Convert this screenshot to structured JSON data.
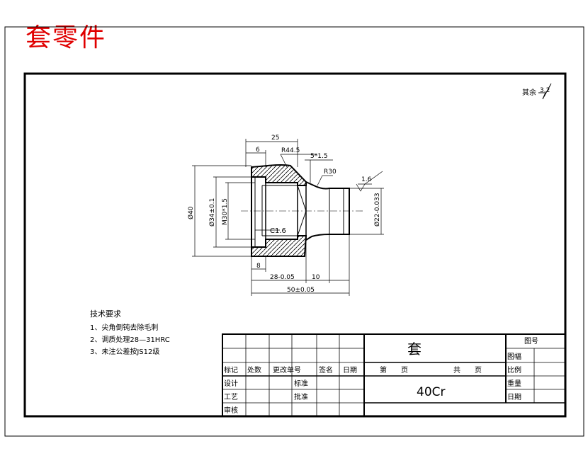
{
  "page_title": "套零件",
  "roughness_note": {
    "label": "其余",
    "value": "3.2"
  },
  "dims": {
    "overall_len_top": "25",
    "bore_depth": "6",
    "outer_radius": "R44.5",
    "chamfer_top": "5*1.5",
    "neck_radius": "R30",
    "surface_finish": "1.6",
    "outer_dia": "Ø40",
    "bore_dia": "Ø34±0.1",
    "thread": "M30*1.5",
    "small_dia": "Ø22-0.033",
    "chamfer_inner": "C1.6",
    "bottom_8": "8",
    "bottom_28": "28-0.05",
    "bottom_10": "10",
    "total_len": "50±0.05"
  },
  "tech_requirements": {
    "title": "技术要求",
    "items": [
      "1、尖角倒钝去除毛刺",
      "2、调质处理28—31HRC",
      "3、未注公差按JS12级"
    ]
  },
  "title_block": {
    "part_name": "套",
    "material": "40Cr",
    "drawing_no_label": "图号",
    "sheet_label": "第　　页",
    "total_label": "共　　页",
    "row_labels": {
      "mark": "标记",
      "count": "处数",
      "change_doc": "更改单号",
      "sign": "签名",
      "date": "日期",
      "design": "设计",
      "standard": "标准",
      "craft": "工艺",
      "approve": "批准",
      "check": "审核"
    },
    "right_labels": {
      "size": "图幅",
      "scale": "比例",
      "weight": "重量",
      "date": "日期"
    }
  }
}
